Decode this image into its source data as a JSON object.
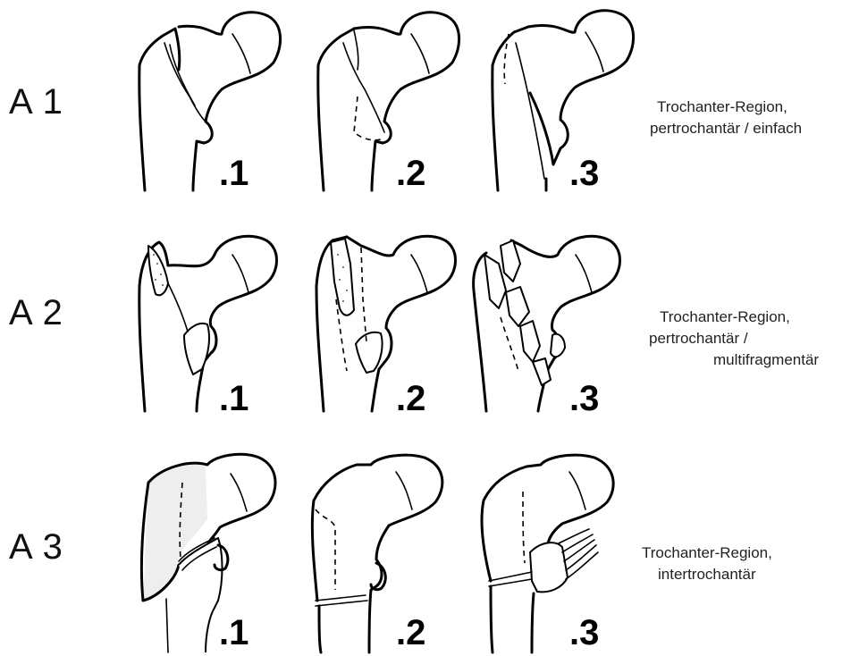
{
  "rows": [
    {
      "label": "A 1",
      "description": [
        "Trochanter-Region,",
        "pertrochantär / einfach"
      ],
      "subtypes": [
        ".1",
        ".2",
        ".3"
      ]
    },
    {
      "label": "A 2",
      "description": [
        "Trochanter-Region,",
        "pertrochantär /",
        "multifragmentär"
      ],
      "subtypes": [
        ".1",
        ".2",
        ".3"
      ]
    },
    {
      "label": "A 3",
      "description": [
        "Trochanter-Region,",
        "intertrochantär"
      ],
      "subtypes": [
        ".1",
        ".2",
        ".3"
      ]
    }
  ]
}
